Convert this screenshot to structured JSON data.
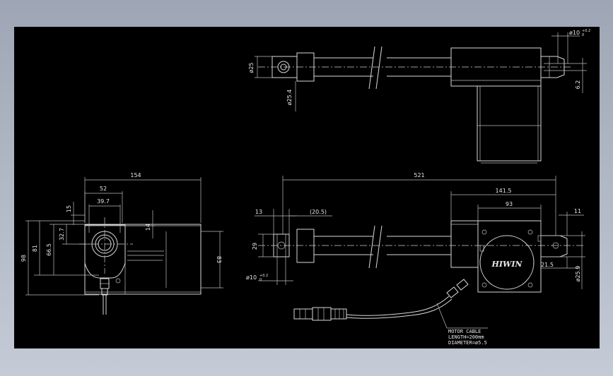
{
  "drawing": {
    "colors": {
      "background": "#000000",
      "frame": "#b7bdca",
      "lines": "#d8d8d8"
    },
    "dimensions": {
      "d154": "154",
      "d52": "52",
      "d39_7": "39.7",
      "d15": "15",
      "d14": "14",
      "d32_7": "32.7",
      "d66_5": "66.5",
      "d81": "81",
      "d98": "98",
      "d83": "83",
      "d521": "521",
      "d141_5": "141.5",
      "d93": "93",
      "d13": "13",
      "d20_5": "(20.5)",
      "d11": "11",
      "d29": "29",
      "d21_5": "21.5",
      "dia25_9": "ø25.9",
      "dia10": "ø10",
      "dia10_tol_top": "+0.2",
      "dia10_tol_bot": "0",
      "dia25": "ø25",
      "dia25_4": "ø25.4",
      "d6_2": "6.2",
      "dia10b": "ø10",
      "dia10b_tol_top": "+0.2",
      "dia10b_tol_bot": "0"
    },
    "brand": "HIWIN",
    "cable_note": {
      "line1": "MOTOR CABLE",
      "line2": "LENGTH=200mm",
      "line3": "DIAMETER=ø5.5"
    }
  }
}
